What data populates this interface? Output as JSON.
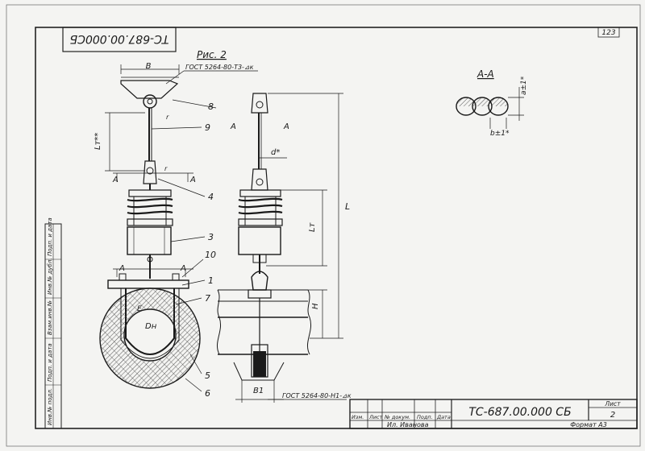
{
  "sheet": {
    "page_number": "123",
    "code_rotated": "ТС-687.00.000СБ",
    "figure_label": "Рис. 2",
    "section_label": "А-А",
    "callouts": [
      "8",
      "9",
      "4",
      "3",
      "10",
      "1",
      "7",
      "5",
      "6"
    ],
    "dims": {
      "B": "B",
      "gost_top": "ГОСТ 5264-80-Т3-⊿к",
      "gost_bottom": "ГОСТ 5264-80-Н1-⊿к",
      "Lt_star": "Lт**",
      "Lt": "Lт",
      "L": "L",
      "H": "H",
      "d_star": "d*",
      "Dn": "Dн",
      "B1": "B1",
      "E": "E",
      "a_tol": "a±1*",
      "b_tol": "b±1*",
      "r": "r",
      "A": "А"
    },
    "side_stamp": [
      "Инв.№ подл.",
      "Подп. и дата",
      "Взам.инв.№",
      "Инв.№ дубл.",
      "Подп. и дата"
    ],
    "title_block": {
      "headers": [
        "Изм.",
        "Лист",
        "№ докум.",
        "Подп.",
        "Дата"
      ],
      "signer": "Ил. Иванова",
      "doc_code": "ТС-687.00.000 СБ",
      "sheet_label": "Лист",
      "sheet_number": "2",
      "format": "Формат А3"
    }
  }
}
